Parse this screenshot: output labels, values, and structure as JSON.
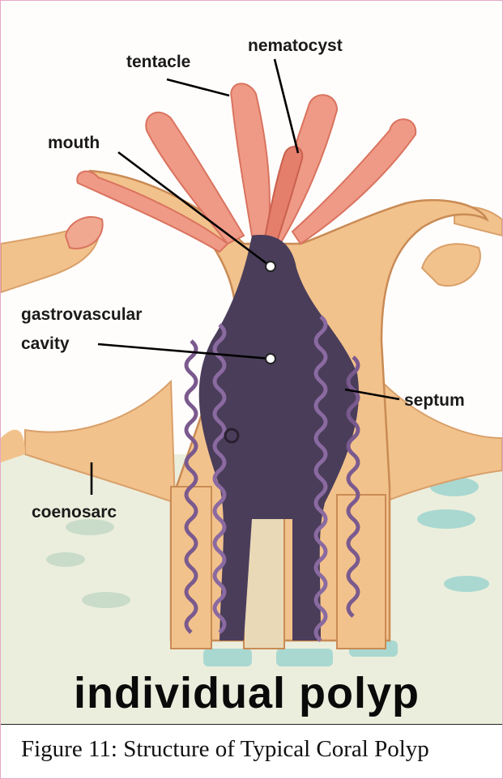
{
  "labels": {
    "tentacle": "tentacle",
    "nematocyst": "nematocyst",
    "mouth": "mouth",
    "gastrovascular_line1": "gastrovascular",
    "gastrovascular_line2": "cavity",
    "septum": "septum",
    "coenosarc": "coenosarc"
  },
  "title": "individual polyp",
  "caption": "Figure 11: Structure of Typical Coral Polyp",
  "colors": {
    "tissue": "#f2c28c",
    "tissue_dark": "#d9a06a",
    "tentacle": "#ef9a86",
    "tentacle_dark": "#d9735f",
    "cavity": "#4a3d5a",
    "septa": "#7a5a8e",
    "skeleton": "#e4e6d2",
    "polyp_cells": "#9fd3cf"
  }
}
